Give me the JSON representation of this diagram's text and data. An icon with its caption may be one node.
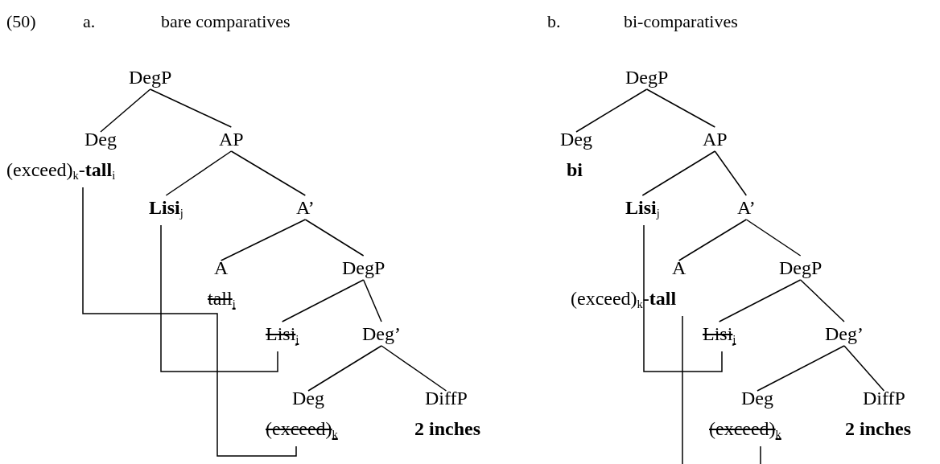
{
  "diagram": {
    "nodes": [
      {
        "text": [
          "DegP"
        ]
      },
      {
        "text": [
          "Deg",
          "(exceed)$_{k}$-**tall**$_{i}$"
        ]
      },
      {
        "text": [
          "AP"
        ]
      },
      {
        "text": [
          "**Lisi**$_{j}$"
        ]
      },
      {
        "text": [
          "A’"
        ]
      },
      {
        "text": [
          "A",
          "tall$_{i}$"
        ]
      },
      {
        "text": [
          "DegP"
        ]
      },
      {
        "text": [
          "Lisi$_{j}$"
        ]
      },
      {
        "text": [
          "Deg’"
        ]
      },
      {
        "text": [
          "Deg",
          "(exceed)$_{k}$"
        ]
      },
      {
        "text": [
          "DiffP",
          "2 inches"
        ]
      },
      {
        "text": [
          "DegP"
        ]
      },
      {
        "text": [
          "Deg",
          "bi"
        ]
      },
      {
        "text": [
          "AP"
        ]
      },
      {
        "text": [
          "**Lisi**$_{j}$"
        ]
      },
      {
        "text": [
          "A’"
        ]
      },
      {
        "text": [
          "A",
          "(exceed)$_{k}$-**tall**"
        ]
      },
      {
        "text": [
          "DegP"
        ]
      },
      {
        "text": [
          "Lisi$_{j}$"
        ]
      },
      {
        "text": [
          "Deg’"
        ]
      },
      {
        "text": [
          "Deg",
          "(exceed)$_{k}$"
        ]
      },
      {
        "text": [
          "DiffP",
          "2 inches"
        ]
      }
    ],
    "edges": [
      {
        "from": 0,
        "to": 1,
        "arrow": "none"
      },
      {
        "from": 0,
        "to": 2,
        "arrow": "none"
      },
      {
        "from": 2,
        "to": 3,
        "arrow": "none"
      },
      {
        "from": 2,
        "to": 4,
        "arrow": "none"
      },
      {
        "from": 4,
        "to": 5,
        "arrow": "none"
      },
      {
        "from": 4,
        "to": 6,
        "arrow": "none"
      },
      {
        "from": 6,
        "to": 7,
        "arrow": "none"
      },
      {
        "from": 6,
        "to": 8,
        "arrow": "none"
      },
      {
        "from": 8,
        "to": 9,
        "arrow": "none"
      },
      {
        "from": 8,
        "to": 10,
        "arrow": "none"
      },
      {
        "from": 11,
        "to": 12,
        "arrow": "none"
      },
      {
        "from": 11,
        "to": 13,
        "arrow": "none"
      },
      {
        "from": 13,
        "to": 14,
        "arrow": "none"
      },
      {
        "from": 13,
        "to": 15,
        "arrow": "none"
      },
      {
        "from": 15,
        "to": 16,
        "arrow": "none"
      },
      {
        "from": 15,
        "to": 17,
        "arrow": "none"
      },
      {
        "from": 17,
        "to": 18,
        "arrow": "none"
      },
      {
        "from": 17,
        "to": 19,
        "arrow": "none"
      },
      {
        "from": 19,
        "to": 20,
        "arrow": "none"
      },
      {
        "from": 19,
        "to": 21,
        "arrow": "none"
      },
      {
        "from": 1,
        "to": 5,
        "arrow": "none"
      },
      {
        "from": 5,
        "to": 9,
        "arrow": "none"
      },
      {
        "from": 3,
        "to": 7,
        "arrow": "none"
      },
      {
        "from": 14,
        "to": 18,
        "arrow": "none"
      },
      {
        "from": 16,
        "to": null,
        "arrow": "none"
      },
      {
        "from": 20,
        "to": null,
        "arrow": "none"
      }
    ],
    "labels": [
      "(50)",
      "a.",
      "bare comparatives",
      "b.",
      "bi-comparatives"
    ]
  }
}
